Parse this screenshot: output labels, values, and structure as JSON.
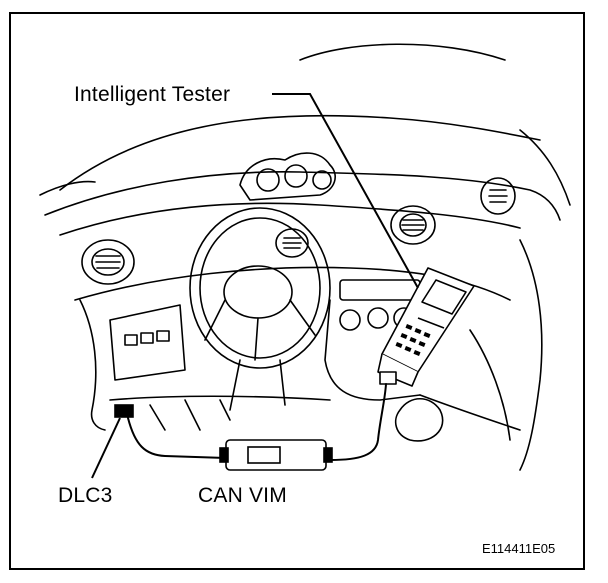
{
  "labels": {
    "tester": "Intelligent Tester",
    "dlc3": "DLC3",
    "can_vim": "CAN VIM",
    "figure_id": "E114411E05"
  },
  "colors": {
    "line": "#000000",
    "background": "#ffffff"
  }
}
